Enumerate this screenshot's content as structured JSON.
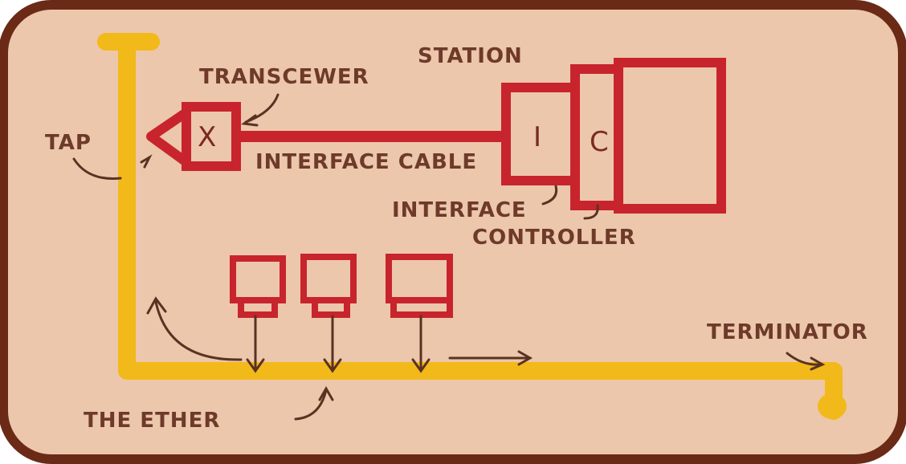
{
  "labels": {
    "station": "STATION",
    "transceiver": "TRANSCEWER",
    "tap": "TAP",
    "transceiver_letter": "X",
    "interface_cable": "INTERFACE CABLE",
    "interface_letter": "I",
    "controller_letter": "C",
    "interface": "INTERFACE",
    "controller": "CONTROLLER",
    "terminator": "TERMINATOR",
    "ether": "THE ETHER"
  },
  "colors": {
    "paper": "#ecc7ab",
    "frame": "#6b2a16",
    "ether": "#f2b91a",
    "device": "#c8242d",
    "ink": "#6e3a2a"
  }
}
